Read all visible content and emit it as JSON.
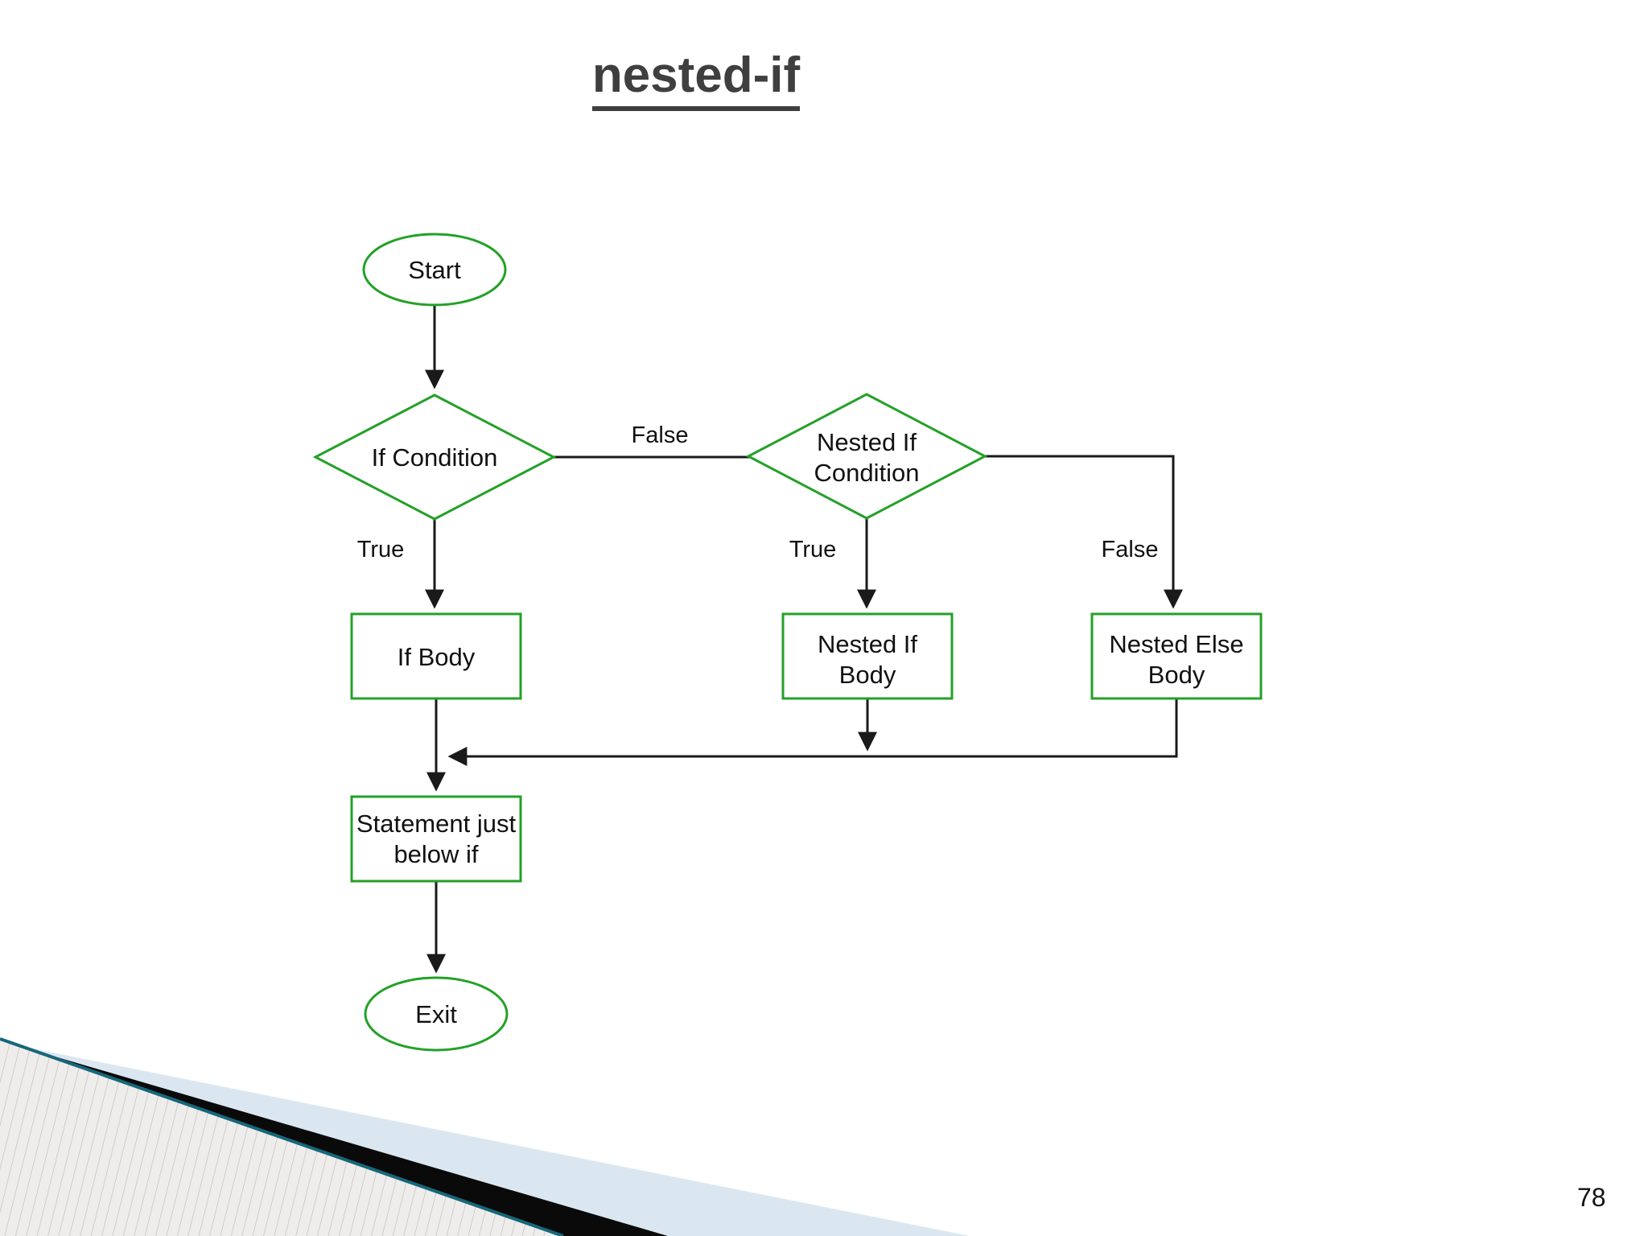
{
  "slide": {
    "title": "nested-if",
    "page_number": "78"
  },
  "flowchart": {
    "nodes": {
      "start": {
        "type": "terminator",
        "label": "Start"
      },
      "if_condition": {
        "type": "decision",
        "label": "If Condition"
      },
      "nested_if_condition": {
        "type": "decision",
        "line1": "Nested If",
        "line2": "Condition"
      },
      "if_body": {
        "type": "process",
        "label": "If Body"
      },
      "nested_if_body": {
        "type": "process",
        "line1": "Nested If",
        "line2": "Body"
      },
      "nested_else_body": {
        "type": "process",
        "line1": "Nested Else",
        "line2": "Body"
      },
      "statement_below_if": {
        "type": "process",
        "line1": "Statement just",
        "line2": "below if"
      },
      "exit": {
        "type": "terminator",
        "label": "Exit"
      }
    },
    "edge_labels": {
      "if_true": "True",
      "if_false": "False",
      "nested_true": "True",
      "nested_false": "False"
    },
    "colors": {
      "shape_stroke": "#23a127",
      "line": "#1a1a1a",
      "text": "#111111"
    }
  },
  "decoration": {
    "teal_edge": "#17677a",
    "black_wedge": "#0a0a0a",
    "blue_wedge": "#dbe7f0",
    "stripe_background": "#eeedec",
    "stripe_line": "#bdbcba"
  }
}
